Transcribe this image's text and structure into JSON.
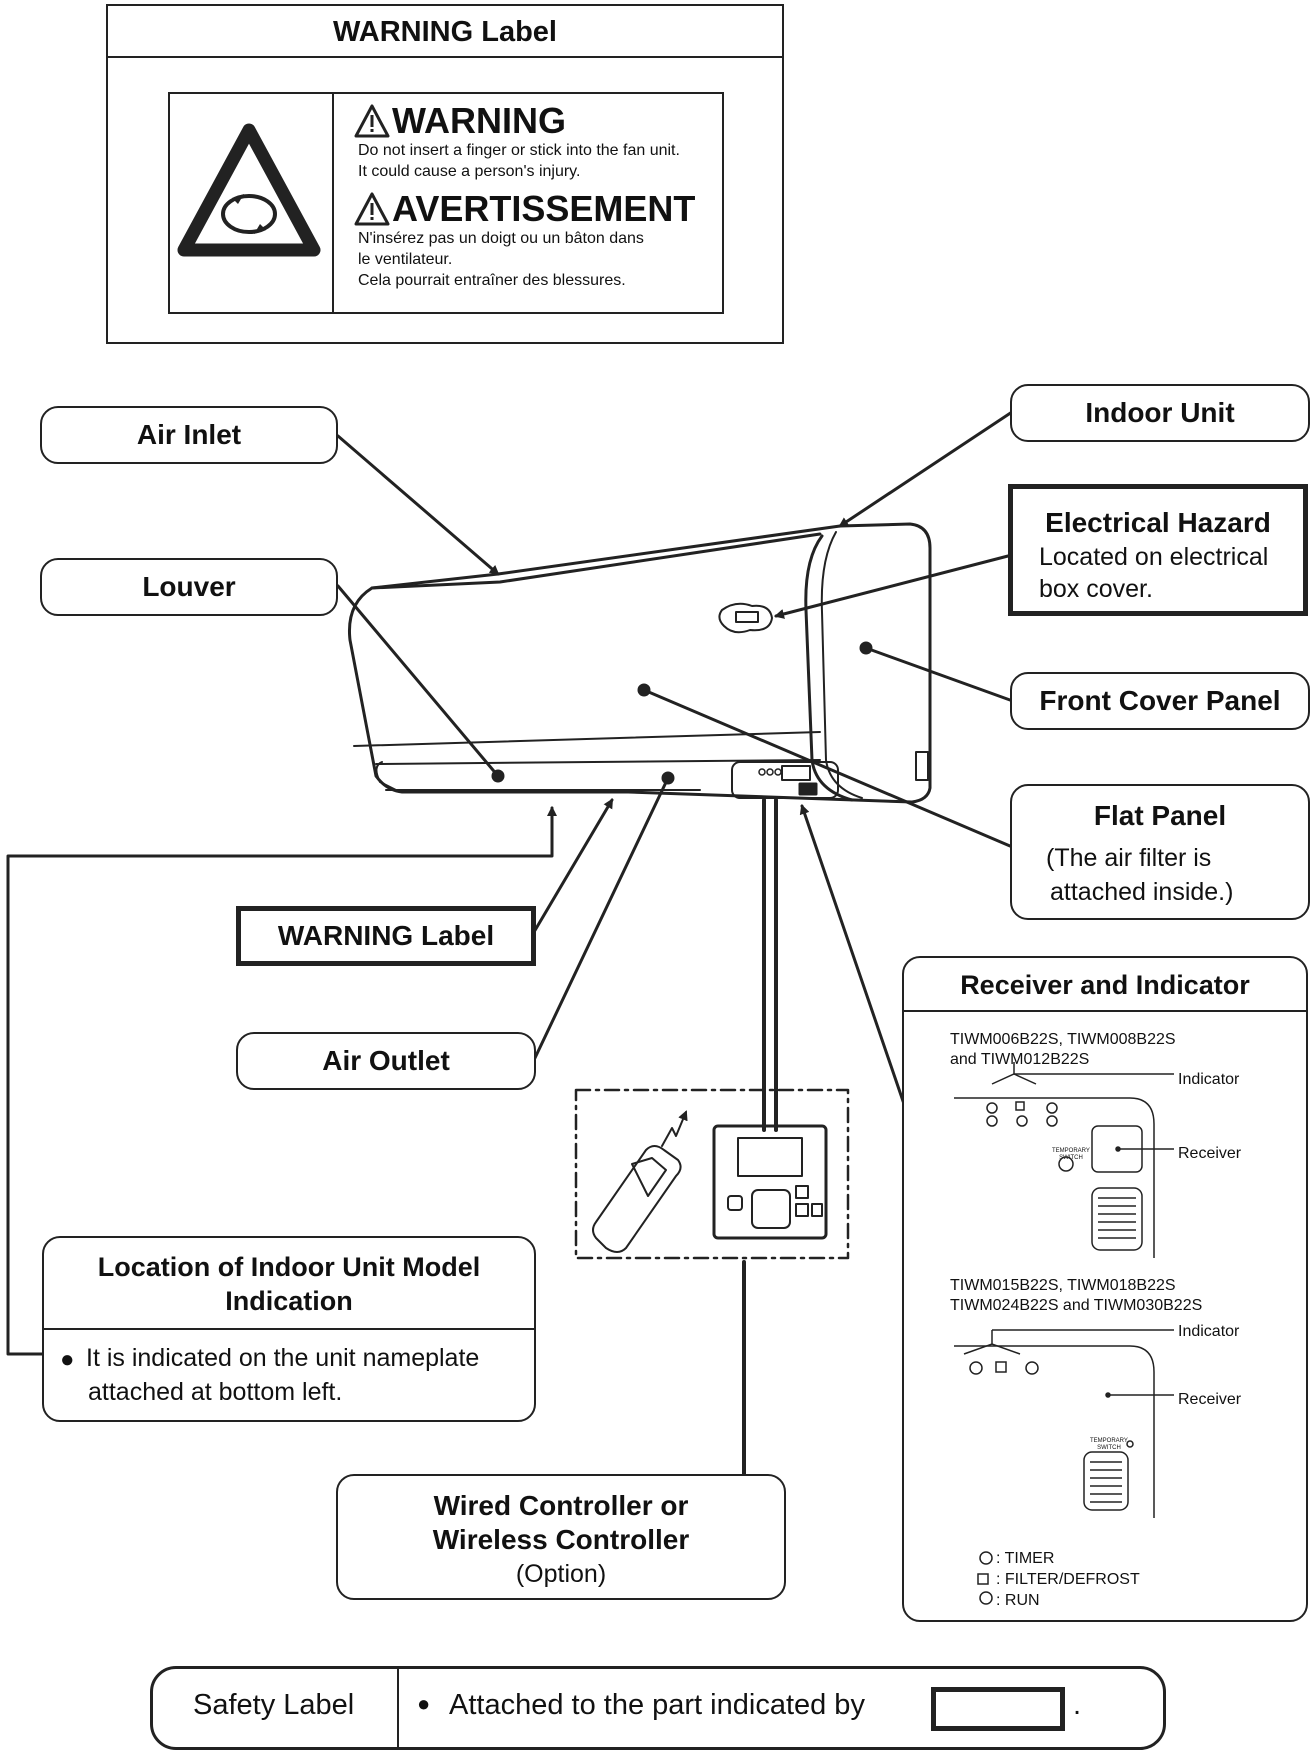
{
  "warning_label_panel": {
    "title": "WARNING Label",
    "warning_heading": "WARNING",
    "warning_text_1": "Do not insert a finger or stick into the fan unit.",
    "warning_text_2": "It could cause a person's injury.",
    "fr_heading": "AVERTISSEMENT",
    "fr_text_1": "N'insérez pas un doigt ou un bâton dans",
    "fr_text_2": "le ventilateur.",
    "fr_text_3": "Cela pourrait entraîner des blessures."
  },
  "callouts": {
    "air_inlet": "Air Inlet",
    "louver": "Louver",
    "indoor_unit": "Indoor Unit",
    "electrical_hazard_title": "Electrical Hazard",
    "electrical_hazard_line1": "Located on electrical",
    "electrical_hazard_line2": "box cover.",
    "front_cover_panel": "Front Cover Panel",
    "flat_panel_title": "Flat Panel",
    "flat_panel_line1": "(The air filter is",
    "flat_panel_line2": "attached inside.)",
    "warning_label": "WARNING Label",
    "air_outlet": "Air Outlet",
    "model_location_title_1": "Location of Indoor Unit Model",
    "model_location_title_2": "Indication",
    "model_location_text_1": "It is indicated on the unit nameplate",
    "model_location_text_2": "attached at bottom left.",
    "controller_line1": "Wired Controller or",
    "controller_line2": "Wireless Controller",
    "controller_line3": "(Option)"
  },
  "receiver_panel": {
    "title": "Receiver and Indicator",
    "models_a_1": "TIWM006B22S, TIWM008B22S",
    "models_a_2": "and TIWM012B22S",
    "models_b_1": "TIWM015B22S, TIWM018B22S",
    "models_b_2": "TIWM024B22S and TIWM030B22S",
    "indicator": "Indicator",
    "receiver": "Receiver",
    "temp_switch_1": "TEMPORARY",
    "temp_switch_2": "SWITCH",
    "legend_timer": ": TIMER",
    "legend_filter": ": FILTER/DEFROST",
    "legend_run": ": RUN"
  },
  "footer": {
    "label": "Safety Label",
    "text": "Attached to the part indicated by",
    "period": "."
  },
  "colors": {
    "line": "#222222",
    "background": "#ffffff"
  }
}
